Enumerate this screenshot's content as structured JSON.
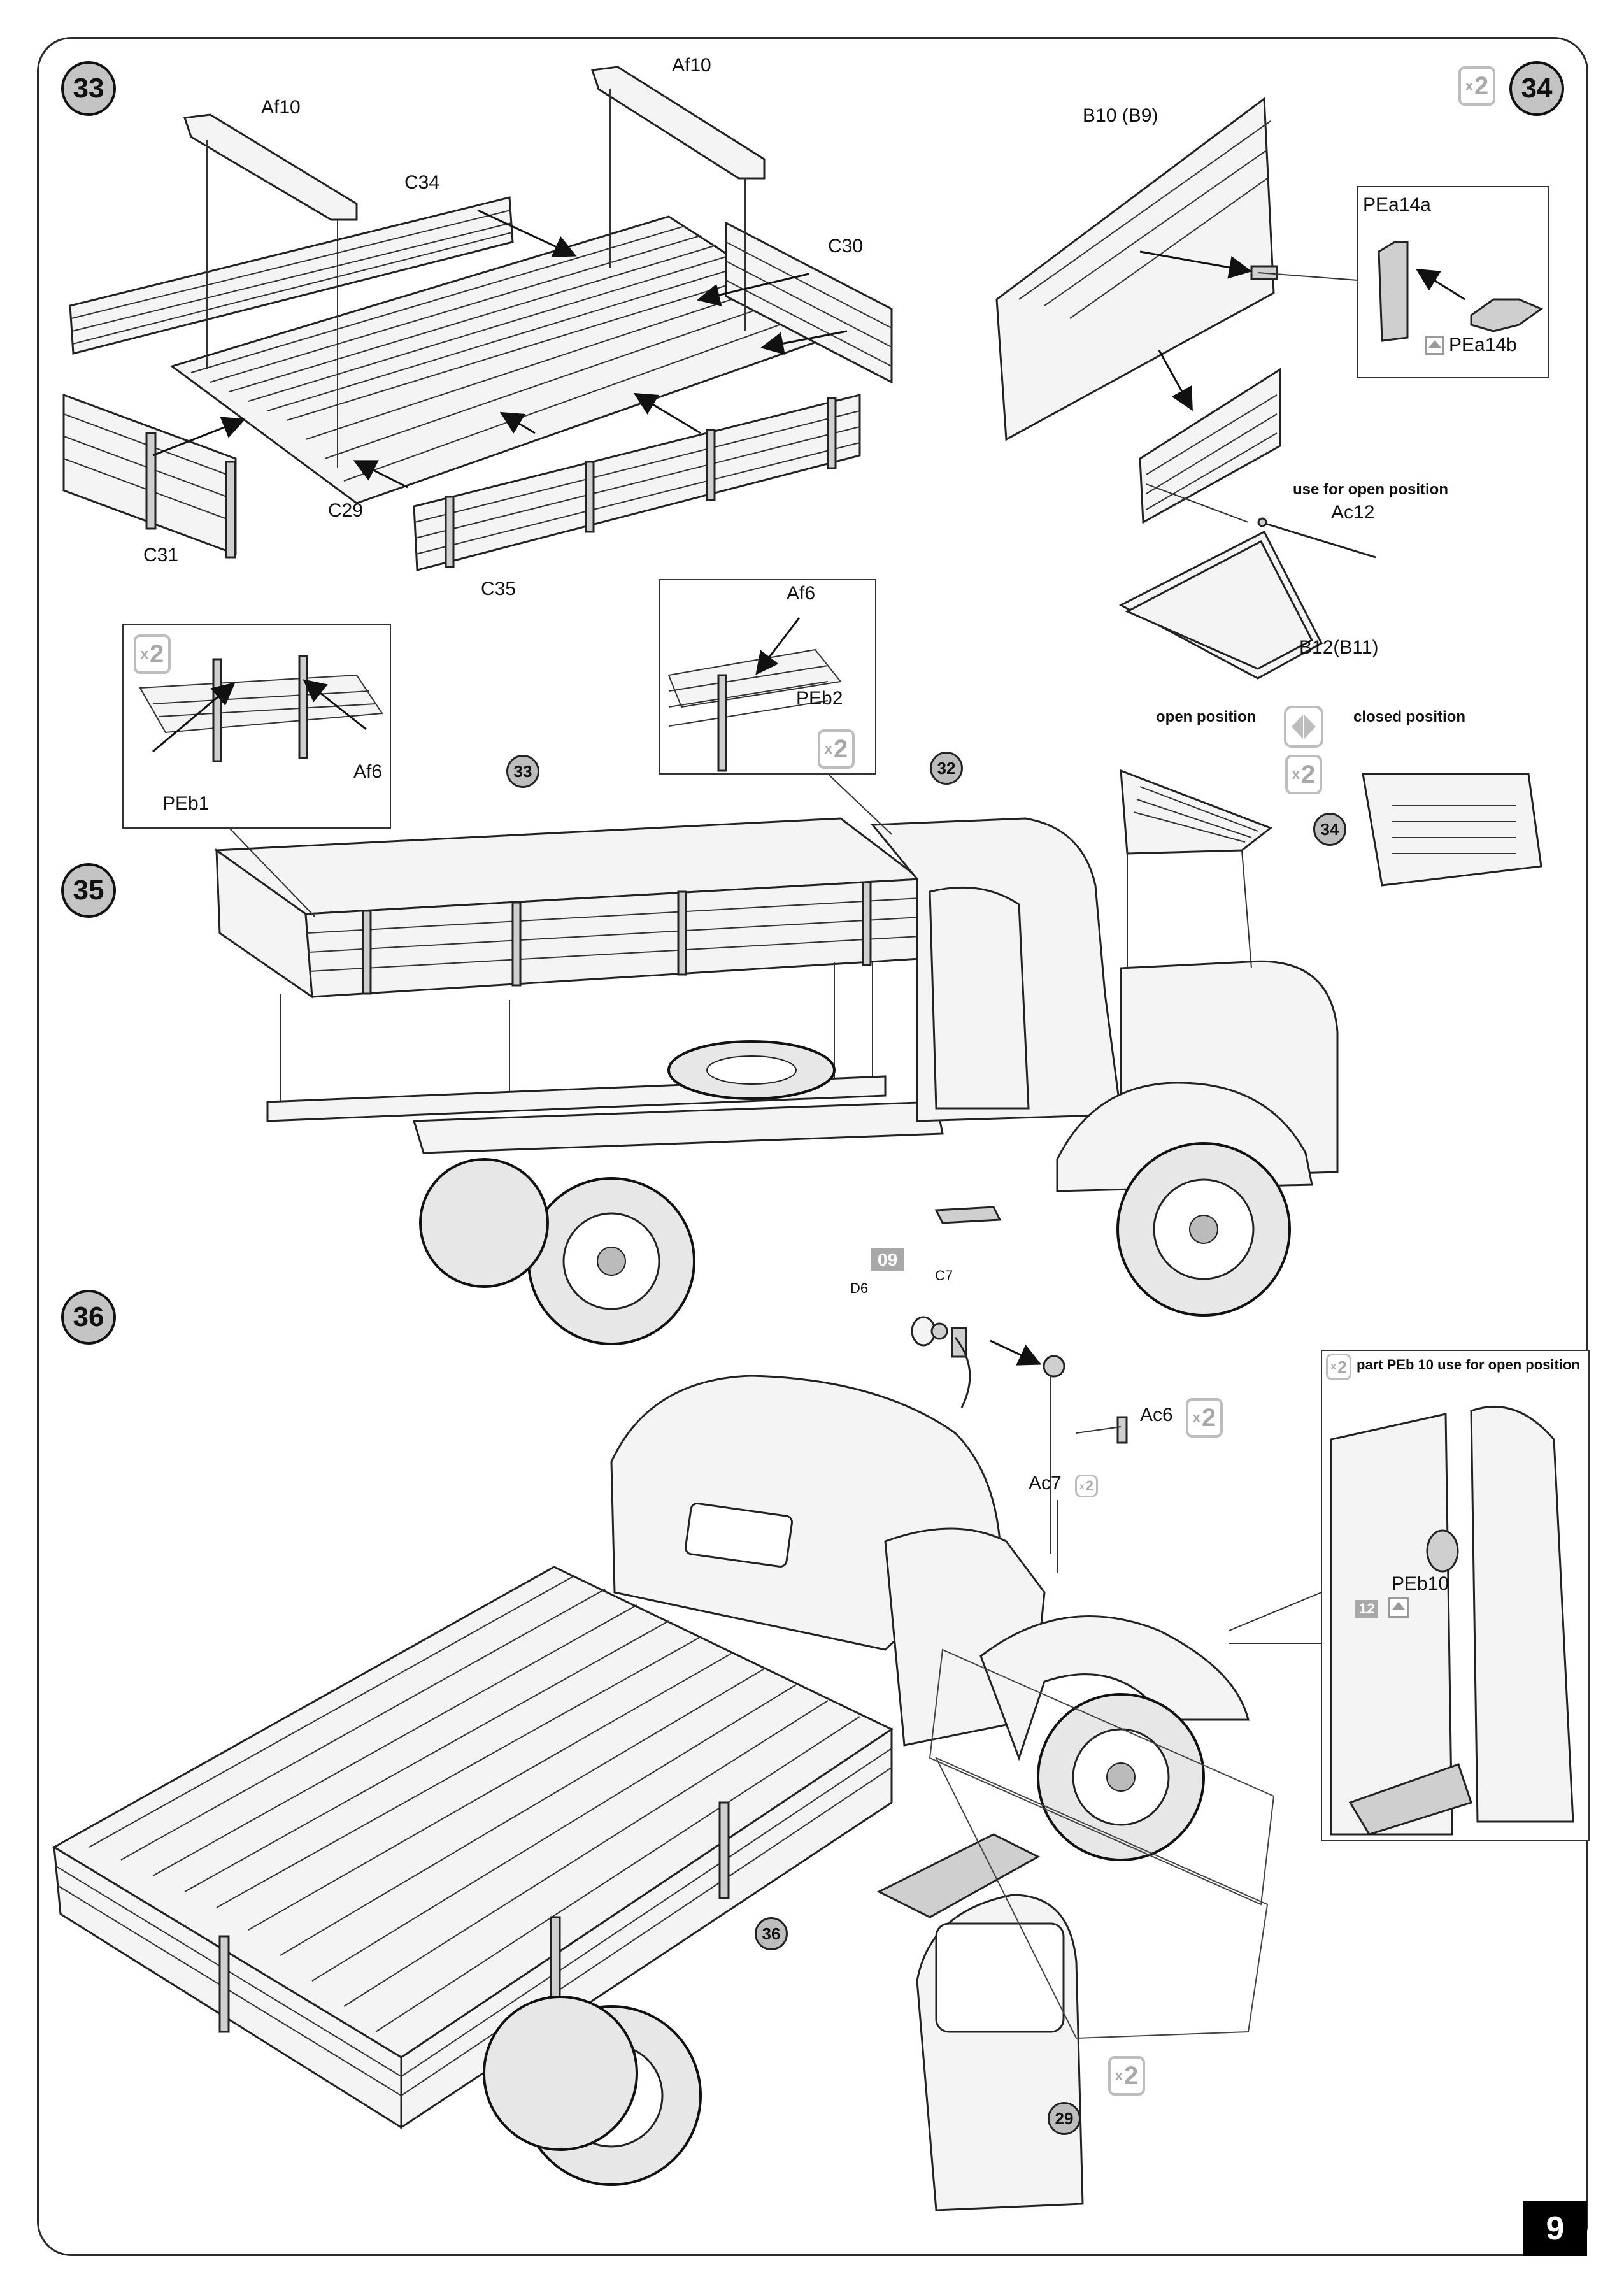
{
  "page_number": "9",
  "steps": {
    "s33": "33",
    "s34": "34",
    "s35": "35",
    "s36": "36"
  },
  "multipliers": {
    "x2_label": "x",
    "x2_value": "2"
  },
  "step33": {
    "parts": {
      "af10_left": "Af10",
      "af10_right": "Af10",
      "c34": "C34",
      "c30": "C30",
      "c29": "C29",
      "c31": "C31",
      "c35": "C35"
    }
  },
  "step34": {
    "parts": {
      "b10": "B10 (B9)",
      "pea14a": "PEa14a",
      "pea14b": "PEa14b",
      "ac12": "Ac12",
      "b12": "B12(B11)"
    },
    "note_open": "use for open position",
    "open_position": "open position",
    "closed_position": "closed position",
    "ref": "34"
  },
  "step35": {
    "inset_left": {
      "peb1": "PEb1",
      "af6": "Af6"
    },
    "inset_right": {
      "af6": "Af6",
      "peb2": "PEb2"
    },
    "ref_bed": "33",
    "ref_cab": "32"
  },
  "step36": {
    "tag_09": "09",
    "parts": {
      "d6": "D6",
      "c7": "C7",
      "ac6": "Ac6",
      "ac7": "Ac7"
    },
    "ref_bed": "36",
    "ref_door": "29",
    "inset": {
      "header": "part PEb 10 use for open position",
      "peb10": "PEb10",
      "tag_12": "12"
    }
  }
}
